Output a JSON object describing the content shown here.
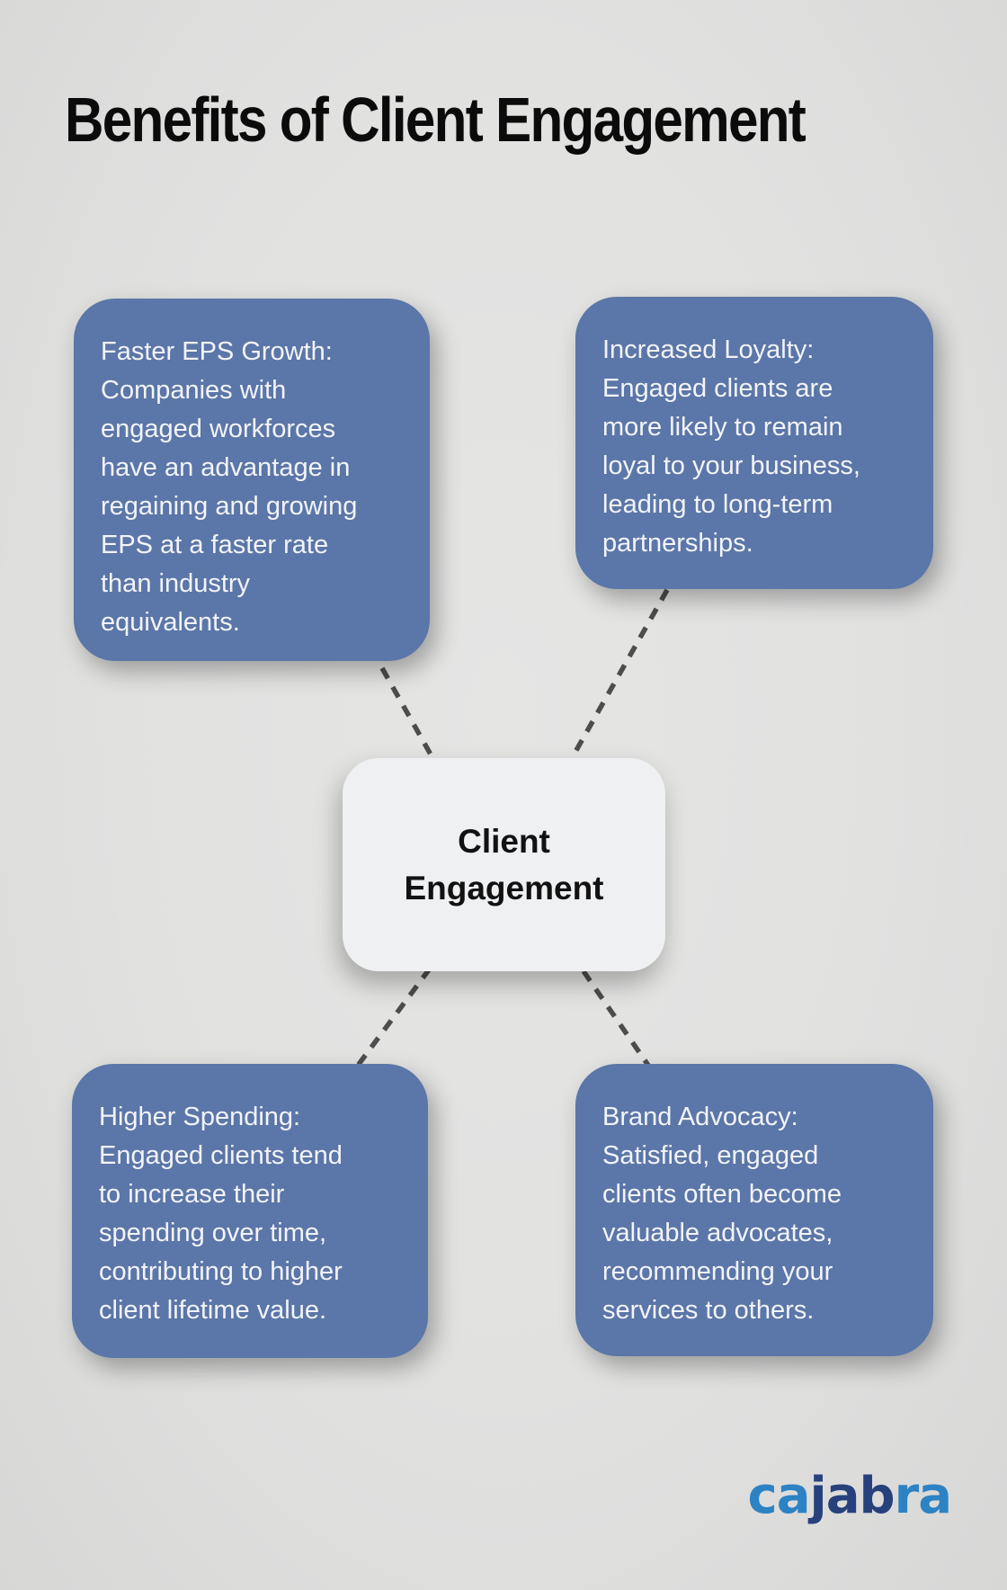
{
  "title": "Benefits of Client Engagement",
  "center_node": {
    "label": "Client\nEngagement"
  },
  "benefit_boxes": [
    {
      "id": "faster-eps-growth",
      "position": "top-left",
      "text": "Faster EPS Growth:\nCompanies with\nengaged workforces\nhave an advantage in\nregaining and growing\nEPS at a faster rate\nthan industry\nequivalents."
    },
    {
      "id": "increased-loyalty",
      "position": "top-right",
      "text": "Increased Loyalty:\nEngaged clients are\nmore likely to remain\nloyal to your business,\nleading to long-term\npartnerships."
    },
    {
      "id": "higher-spending",
      "position": "bottom-left",
      "text": "Higher Spending:\nEngaged clients tend\nto increase their\nspending over time,\ncontributing to higher\nclient lifetime value."
    },
    {
      "id": "brand-advocacy",
      "position": "bottom-right",
      "text": "Brand Advocacy:\nSatisfied, engaged\nclients often become\nvaluable advocates,\nrecommending your\nservices to others."
    }
  ],
  "logo": {
    "part1": "ca",
    "part2": "jab",
    "part3": "ra"
  },
  "colors": {
    "background": "#e0e1e0",
    "benefit_box": "#5b76a8",
    "benefit_text": "#f2f4f8",
    "center_box": "#eff0f2",
    "center_text": "#121212",
    "title_text": "#0b0b0b",
    "connector_line": "#4d4d4d",
    "logo_light_blue": "#2d82c4",
    "logo_dark_navy": "#27417d"
  }
}
